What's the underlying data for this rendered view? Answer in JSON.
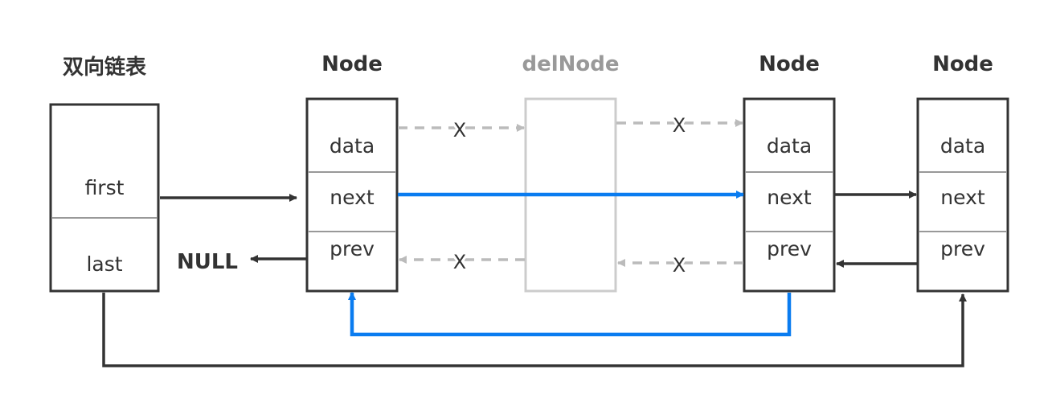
{
  "list": {
    "title": "双向链表",
    "first": "first",
    "last": "last"
  },
  "null_label": "NULL",
  "nodes": [
    {
      "title": "Node",
      "data": "data",
      "next": "next",
      "prev": "prev"
    },
    {
      "title": "delNode"
    },
    {
      "title": "Node",
      "data": "data",
      "next": "next",
      "prev": "prev"
    },
    {
      "title": "Node",
      "data": "data",
      "next": "next",
      "prev": "prev"
    }
  ],
  "removed_link_mark": "X",
  "colors": {
    "line": "#333333",
    "divider": "#999999",
    "highlight": "#0a7cf0",
    "removed": "#bbbbbb",
    "removed_title": "#999999"
  }
}
